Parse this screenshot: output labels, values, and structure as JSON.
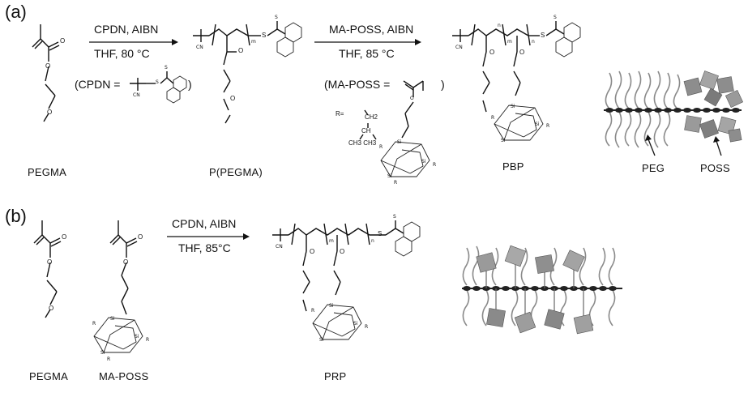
{
  "panels": {
    "a": {
      "label": "(a)",
      "step1": {
        "reagents": "CPDN, AIBN",
        "conditions": "THF, 80 °C"
      },
      "step2": {
        "reagents": "MA-POSS, AIBN",
        "conditions": "THF, 85 °C"
      },
      "cpdn_def": "(CPDN =",
      "cpdn_close": ")",
      "maposs_def": "(MA-POSS =",
      "maposs_close": ")",
      "r_group": {
        "r": "R=",
        "ch2": "CH2",
        "ch": "CH",
        "ch3": "CH3 CH3"
      },
      "compounds": [
        "PEGMA",
        "P(PEGMA)",
        "PBP"
      ],
      "legend": {
        "peg": "PEG",
        "poss": "POSS"
      }
    },
    "b": {
      "label": "(b)",
      "step": {
        "reagents": "CPDN, AIBN",
        "conditions": "THF, 85°C"
      },
      "compounds": [
        "PEGMA",
        "MA-POSS",
        "PRP"
      ]
    }
  },
  "atom_labels": {
    "S": "S",
    "O": "O",
    "CN": "CN",
    "m": "m",
    "n": "n",
    "Si": "Si",
    "R": "R"
  }
}
